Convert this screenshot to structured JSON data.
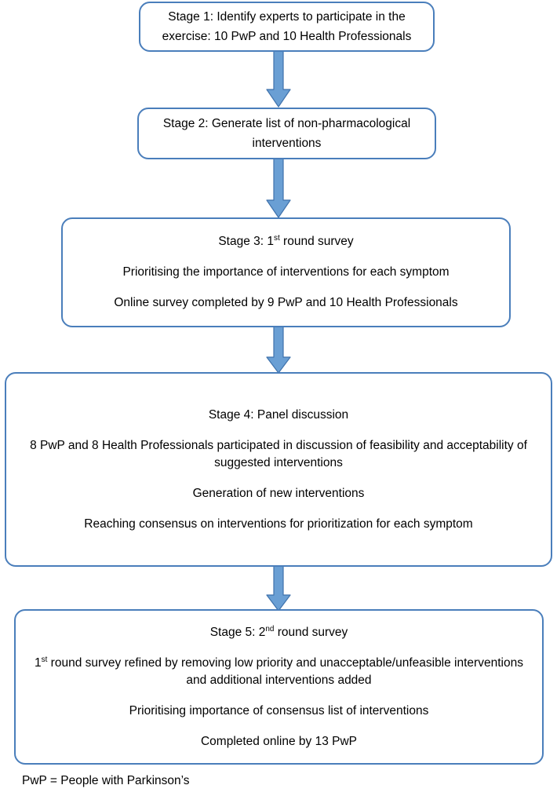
{
  "diagram": {
    "title": "Five-stage consensus exercise flowchart",
    "accent_color": "#4A7EBB",
    "arrow_fill": "#6A9FD4",
    "arrow_stroke": "#3F72AC",
    "text_color": "#000000",
    "background": "#FFFFFF"
  },
  "stages": [
    {
      "id": "stage-1",
      "lines": [
        "Stage 1: Identify experts to participate in the",
        "exercise: 10 PwP and 10 Health Professionals"
      ]
    },
    {
      "id": "stage-2",
      "lines": [
        "Stage 2: Generate list of non-pharmacological",
        "interventions"
      ]
    },
    {
      "id": "stage-3",
      "lines": [
        "Stage 3: 1st round survey",
        "Prioritising the importance of interventions for each symptom",
        "Online survey completed by 9 PwP and 10 Health Professionals"
      ],
      "heading_prefix": "Stage 3: 1",
      "heading_sup": "st",
      "heading_suffix": " round survey"
    },
    {
      "id": "stage-4",
      "lines": [
        "Stage 4: Panel discussion",
        "8 PwP and 8 Health Professionals participated in discussion of feasibility and acceptability of suggested interventions",
        "Generation of new interventions",
        "Reaching consensus on interventions for prioritization for each symptom"
      ]
    },
    {
      "id": "stage-5",
      "lines": [
        "Stage 5: 2nd round survey",
        "1st round survey refined by removing low priority and unacceptable/unfeasible interventions and additional interventions added",
        "Prioritising importance of consensus list of interventions",
        "Completed online by 13 PwP"
      ],
      "heading_prefix": "Stage 5: 2",
      "heading_sup": "nd",
      "heading_suffix": " round survey",
      "body_prefix": "1",
      "body_sup": "st",
      "body_suffix": " round survey refined by removing low priority and unacceptable/unfeasible interventions and additional interventions added"
    }
  ],
  "arrows": [
    {
      "id": "arrow-1-2",
      "from": "stage-1",
      "to": "stage-2",
      "direction": "down",
      "icon": "down-block-arrow-icon"
    },
    {
      "id": "arrow-2-3",
      "from": "stage-2",
      "to": "stage-3",
      "direction": "down",
      "icon": "down-block-arrow-icon"
    },
    {
      "id": "arrow-3-4",
      "from": "stage-3",
      "to": "stage-4",
      "direction": "down",
      "icon": "down-block-arrow-icon"
    },
    {
      "id": "arrow-4-5",
      "from": "stage-4",
      "to": "stage-5",
      "direction": "down",
      "icon": "down-block-arrow-icon"
    }
  ],
  "footer": {
    "legend": "PwP = People with Parkinson’s"
  }
}
